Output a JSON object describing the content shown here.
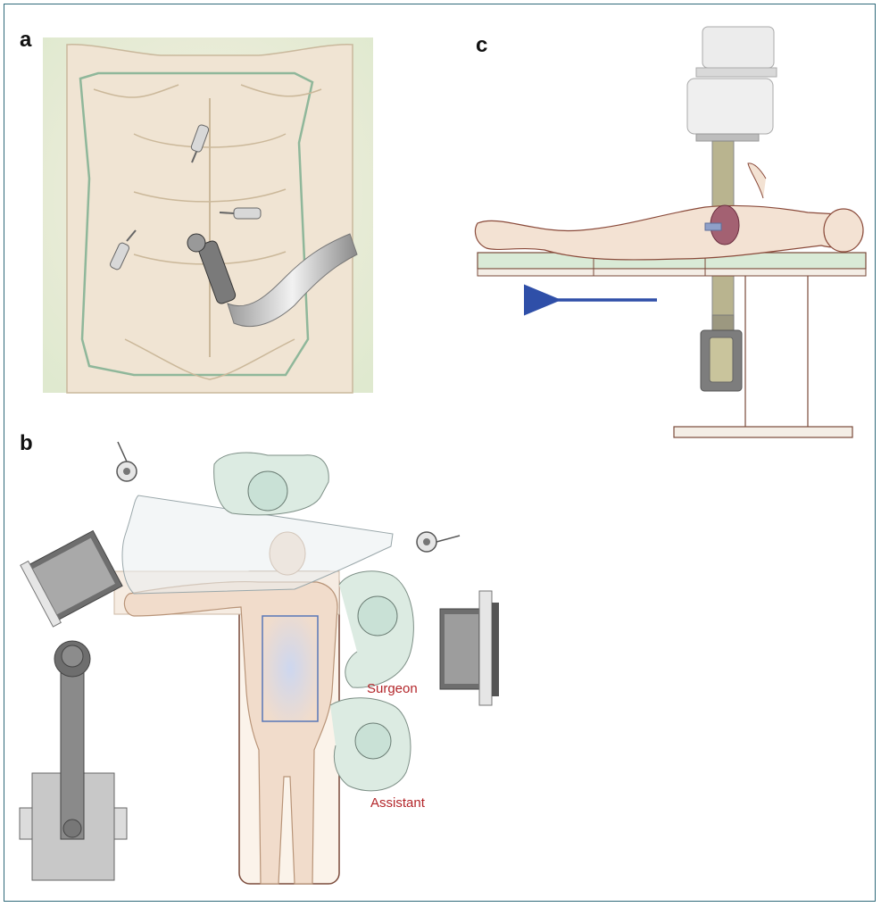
{
  "panels": {
    "a": {
      "label": "a"
    },
    "b": {
      "label": "b"
    },
    "c": {
      "label": "c"
    }
  },
  "roles": {
    "surgeon": "Surgeon",
    "assistant": "Assistant"
  },
  "colors": {
    "frame": "#2f6a7a",
    "role_text": "#b3262a",
    "arrow": "#2f4fa8",
    "skin": "#f1dccb",
    "drape": "#dcead3",
    "staff": "#cfe6d8",
    "equipment": "#6e6e6e"
  }
}
